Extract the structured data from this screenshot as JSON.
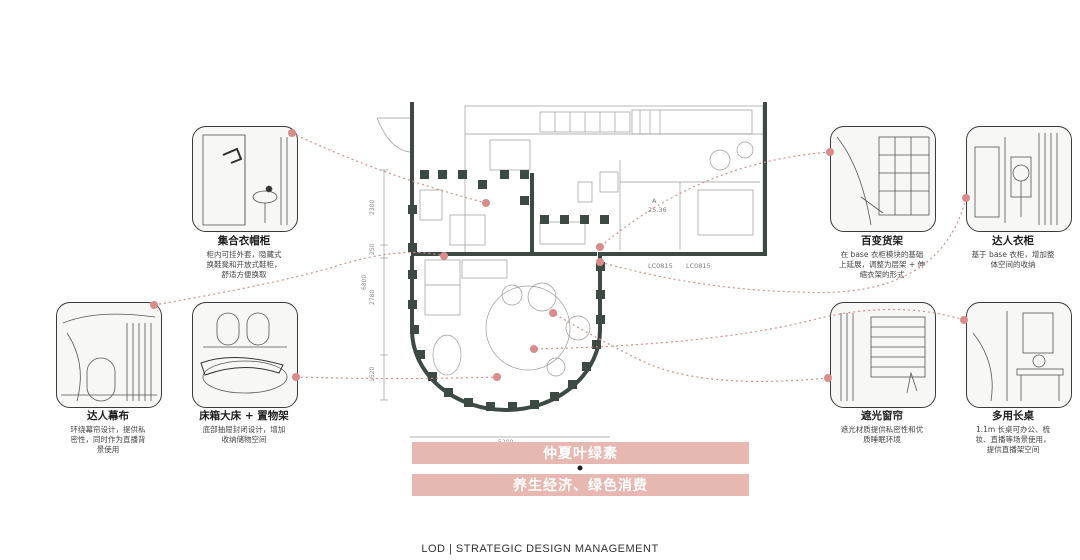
{
  "features": {
    "wardrobe_cabinet": {
      "title": "集合衣帽柜",
      "desc": "柜内可挂外套，隐藏式\n换鞋凳和开放式鞋柜，\n舒适方便换取"
    },
    "curtain": {
      "title": "达人幕布",
      "desc": "环绕幕帘设计，提供私\n密性，同时作为直播背\n景使用"
    },
    "bed_storage": {
      "title": "床箱大床 + 置物架",
      "desc": "底部抽屉封闭设计，增加\n收纳储物空间"
    },
    "shelving": {
      "title": "百变货架",
      "desc": "在 base 衣柜模块的基础\n上延展，调整为层架 + 伸\n缩衣架的形式"
    },
    "wardrobe": {
      "title": "达人衣柜",
      "desc": "基于 base 衣柜，增加整\n体空间的收纳"
    },
    "blackout": {
      "title": "遮光窗帘",
      "desc": "遮光材质提供私密性和优\n质睡眠环境"
    },
    "desk": {
      "title": "多用长桌",
      "desc": "1.1m 长桌可办公、梳\n妆、直播等场景使用，\n提供直播架空间"
    }
  },
  "banner_top": "仲夏叶绿素",
  "banner_bottom": "养生经济、绿色消费",
  "footer": "LOD |  STRATEGIC DESIGN MANAGEMENT",
  "plan_labels": {
    "room_mark": "A",
    "room_area": "25.36",
    "code_1": "LC0815",
    "code_2": "LC0815",
    "dims": [
      "2300",
      "250",
      "6800",
      "2780",
      "1520",
      "5200"
    ]
  },
  "colors": {
    "accent": "#e7b7b1",
    "connector": "#d98c8c",
    "wall": "#3d4a44"
  }
}
